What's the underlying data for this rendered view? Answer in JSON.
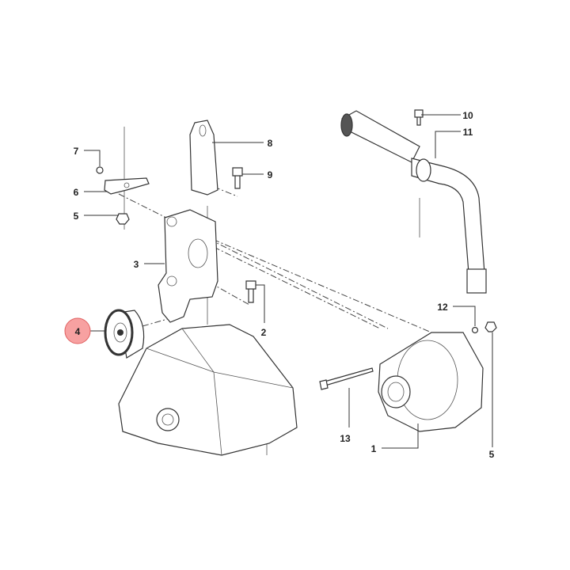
{
  "callouts": {
    "c1": "1",
    "c2": "2",
    "c3": "3",
    "c4": "4",
    "c5a": "5",
    "c5b": "5",
    "c6": "6",
    "c7": "7",
    "c8": "8",
    "c9": "9",
    "c10": "10",
    "c11": "11",
    "c12": "12",
    "c13": "13"
  },
  "highlight": {
    "callout": "4",
    "fill": "#f7a1a1",
    "stroke": "#e06060"
  }
}
